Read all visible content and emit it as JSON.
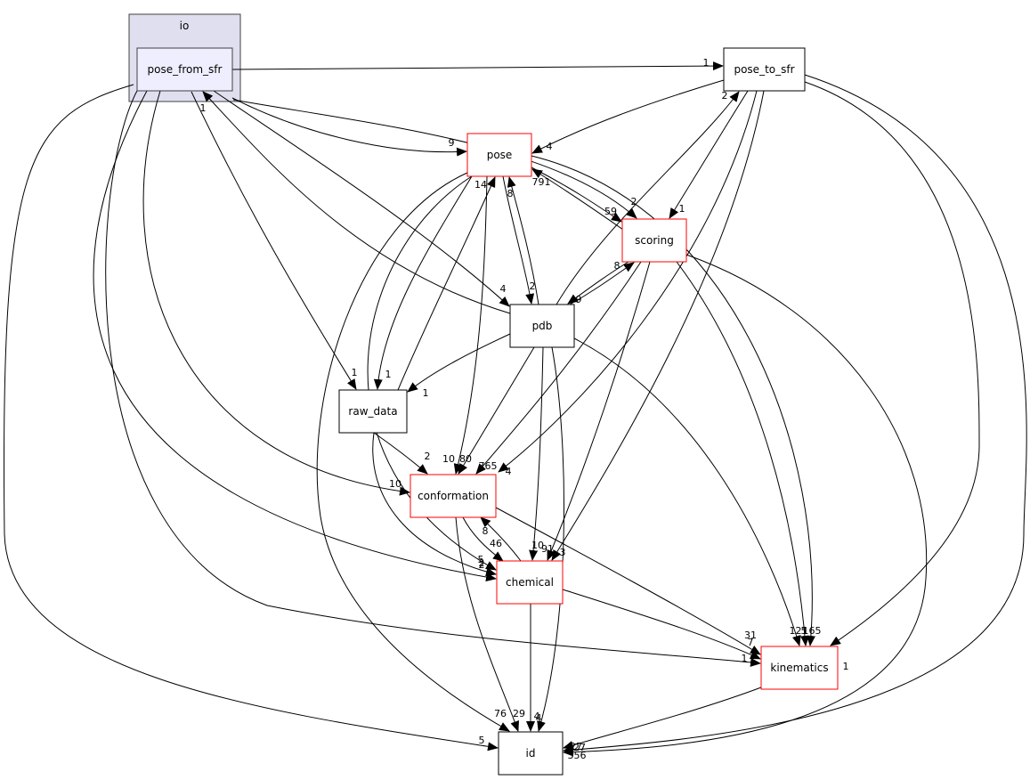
{
  "diagram": {
    "cluster": {
      "id": "io",
      "label": "io",
      "fill": "#dfdfef",
      "stroke": "#404040"
    },
    "nodes": [
      {
        "id": "pose_from_sfr",
        "label": "pose_from_sfr",
        "fill": "#eeeeff",
        "stroke": "#404040",
        "in_cluster": true
      },
      {
        "id": "pose_to_sfr",
        "label": "pose_to_sfr",
        "fill": "#ffffff",
        "stroke": "#000000"
      },
      {
        "id": "pose",
        "label": "pose",
        "fill": "#ffffff",
        "stroke": "#ff0000"
      },
      {
        "id": "scoring",
        "label": "scoring",
        "fill": "#ffffff",
        "stroke": "#ff0000"
      },
      {
        "id": "pdb",
        "label": "pdb",
        "fill": "#ffffff",
        "stroke": "#000000"
      },
      {
        "id": "raw_data",
        "label": "raw_data",
        "fill": "#ffffff",
        "stroke": "#000000"
      },
      {
        "id": "conformation",
        "label": "conformation",
        "fill": "#ffffff",
        "stroke": "#ff0000"
      },
      {
        "id": "chemical",
        "label": "chemical",
        "fill": "#ffffff",
        "stroke": "#ff0000"
      },
      {
        "id": "kinematics",
        "label": "kinematics",
        "fill": "#ffffff",
        "stroke": "#ff0000"
      },
      {
        "id": "id",
        "label": "id",
        "fill": "#ffffff",
        "stroke": "#000000"
      }
    ],
    "edges": [
      {
        "from": "pose_from_sfr",
        "to": "pose_to_sfr",
        "label": "1"
      },
      {
        "from": "pose_from_sfr",
        "to": "pose",
        "label": "9"
      },
      {
        "from": "pose_from_sfr",
        "to": "scoring",
        "label": "2"
      },
      {
        "from": "pose_from_sfr",
        "to": "pdb",
        "label": "4"
      },
      {
        "from": "pose_from_sfr",
        "to": "raw_data",
        "label": "1"
      },
      {
        "from": "pose_from_sfr",
        "to": "conformation",
        "label": "10"
      },
      {
        "from": "pose_from_sfr",
        "to": "chemical",
        "label": "5"
      },
      {
        "from": "pose_from_sfr",
        "to": "kinematics",
        "label": "1"
      },
      {
        "from": "pose_from_sfr",
        "to": "id",
        "label": "5"
      },
      {
        "from": "pose_to_sfr",
        "to": "pose",
        "label": "4"
      },
      {
        "from": "pose_to_sfr",
        "to": "scoring",
        "label": "1"
      },
      {
        "from": "pose_to_sfr",
        "to": "conformation",
        "label": "4"
      },
      {
        "from": "pose_to_sfr",
        "to": "chemical",
        "label": "3"
      },
      {
        "from": "pose_to_sfr",
        "to": "kinematics",
        "label": "1"
      },
      {
        "from": "pose_to_sfr",
        "to": "id",
        "label": "27"
      },
      {
        "from": "pose",
        "to": "scoring",
        "label": "59"
      },
      {
        "from": "pose",
        "to": "pdb",
        "label": "2"
      },
      {
        "from": "pose",
        "to": "raw_data",
        "label": "1"
      },
      {
        "from": "pose",
        "to": "conformation",
        "label": "80"
      },
      {
        "from": "pose",
        "to": "chemical",
        "label": "2"
      },
      {
        "from": "pose",
        "to": "kinematics",
        "label": "165"
      },
      {
        "from": "pose",
        "to": "id",
        "label": "76"
      },
      {
        "from": "scoring",
        "to": "pose",
        "label": "791"
      },
      {
        "from": "scoring",
        "to": "pdb",
        "label": "9"
      },
      {
        "from": "scoring",
        "to": "conformation",
        "label": "765"
      },
      {
        "from": "scoring",
        "to": "chemical",
        "label": "91"
      },
      {
        "from": "scoring",
        "to": "kinematics",
        "label": "121"
      },
      {
        "from": "scoring",
        "to": "id",
        "label": "356"
      },
      {
        "from": "pdb",
        "to": "pose_from_sfr",
        "label": "1"
      },
      {
        "from": "pdb",
        "to": "pose_to_sfr",
        "label": "2"
      },
      {
        "from": "pdb",
        "to": "pose",
        "label": "8"
      },
      {
        "from": "pdb",
        "to": "scoring",
        "label": "8"
      },
      {
        "from": "pdb",
        "to": "raw_data",
        "label": "1"
      },
      {
        "from": "pdb",
        "to": "conformation",
        "label": "10"
      },
      {
        "from": "pdb",
        "to": "chemical",
        "label": "10"
      },
      {
        "from": "pdb",
        "to": "kinematics",
        "label": "5"
      },
      {
        "from": "pdb",
        "to": "id",
        "label": "4"
      },
      {
        "from": "raw_data",
        "to": "pose",
        "label": "14"
      },
      {
        "from": "raw_data",
        "to": "conformation",
        "label": "2"
      },
      {
        "from": "raw_data",
        "to": "chemical",
        "label": "2"
      },
      {
        "from": "conformation",
        "to": "chemical",
        "label": "46"
      },
      {
        "from": "conformation",
        "to": "kinematics",
        "label": "31"
      },
      {
        "from": "conformation",
        "to": "id",
        "label": "29"
      },
      {
        "from": "chemical",
        "to": "conformation",
        "label": "8"
      },
      {
        "from": "chemical",
        "to": "kinematics",
        "label": "7"
      },
      {
        "from": "chemical",
        "to": "id",
        "label": "4"
      },
      {
        "from": "kinematics",
        "to": "id",
        "label": "27"
      }
    ]
  }
}
